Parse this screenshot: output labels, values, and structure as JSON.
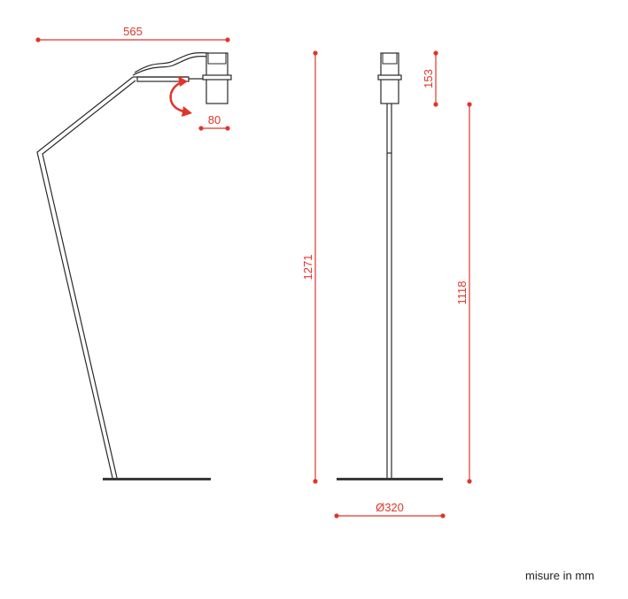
{
  "dimensions": {
    "arm_reach": "565",
    "shade_width": "80",
    "total_height": "1271",
    "shade_height": "153",
    "stem_height": "1118",
    "base_diameter": "Ø320"
  },
  "note": "misure in mm",
  "colors": {
    "dimension": "#e0352b",
    "lamp": "#2a2a2a"
  }
}
